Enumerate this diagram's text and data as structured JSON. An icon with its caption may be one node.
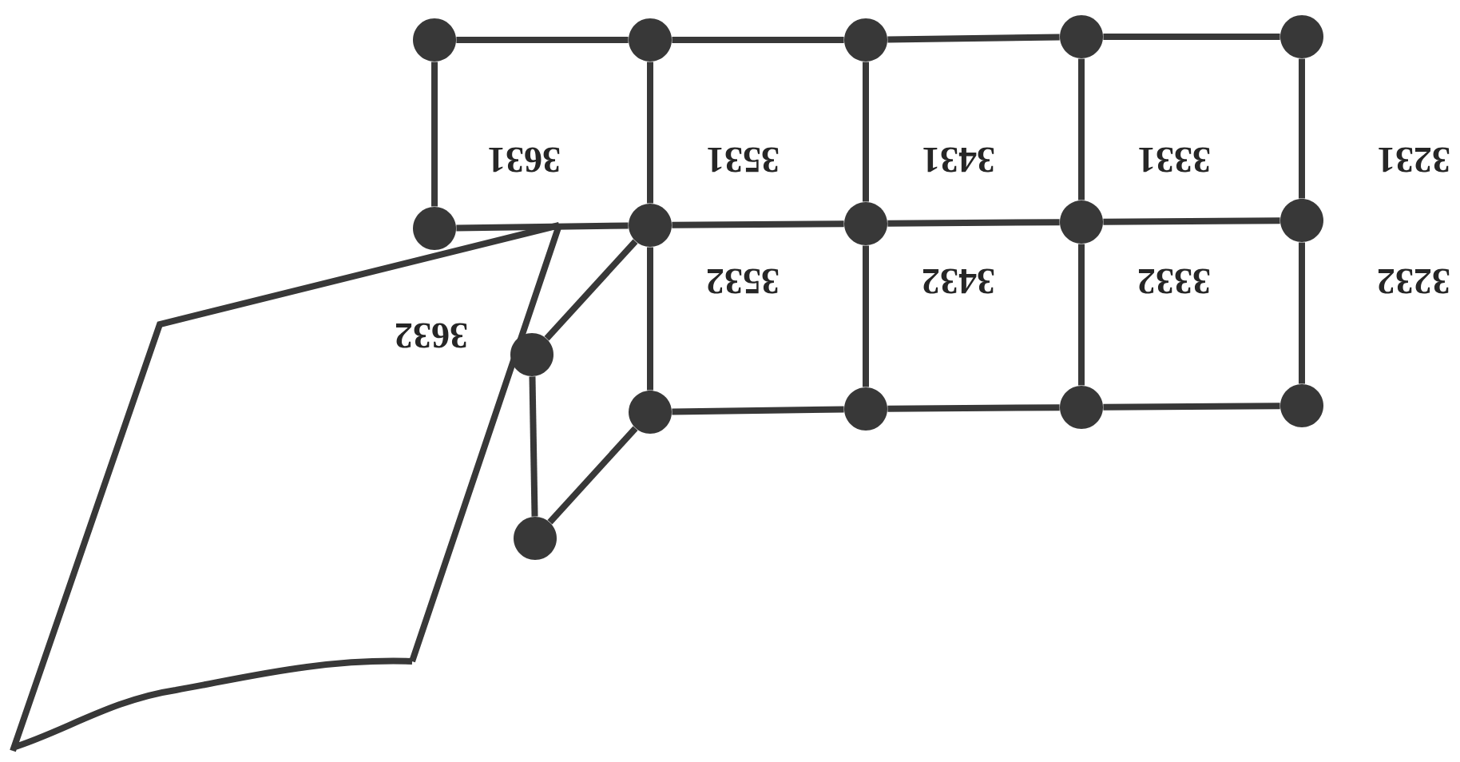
{
  "diagram": {
    "nodes": [
      {
        "text": [],
        "shape": "circle"
      },
      {
        "text": [],
        "shape": "circle"
      },
      {
        "text": [],
        "shape": "circle"
      },
      {
        "text": [],
        "shape": "circle"
      },
      {
        "text": [],
        "shape": "circle"
      },
      {
        "text": [],
        "shape": "circle"
      },
      {
        "text": [],
        "shape": "circle"
      },
      {
        "text": [],
        "shape": "circle"
      },
      {
        "text": [],
        "shape": "circle"
      },
      {
        "text": [],
        "shape": "circle"
      },
      {
        "text": [],
        "shape": "circle"
      },
      {
        "text": [],
        "shape": "circle"
      },
      {
        "text": [],
        "shape": "circle"
      },
      {
        "text": [],
        "shape": "circle"
      },
      {
        "text": [],
        "shape": "circle"
      },
      {
        "text": [],
        "shape": "circle"
      }
    ],
    "edges": [
      {
        "from": 0,
        "to": 1,
        "arrow": "none"
      },
      {
        "from": 1,
        "to": 2,
        "arrow": "none"
      },
      {
        "from": 2,
        "to": 3,
        "arrow": "none"
      },
      {
        "from": 3,
        "to": 4,
        "arrow": "none"
      },
      {
        "from": 0,
        "to": 5,
        "arrow": "none"
      },
      {
        "from": 1,
        "to": 6,
        "arrow": "none"
      },
      {
        "from": 2,
        "to": 7,
        "arrow": "none"
      },
      {
        "from": 3,
        "to": 8,
        "arrow": "none"
      },
      {
        "from": 4,
        "to": 9,
        "arrow": "none"
      },
      {
        "from": 5,
        "to": 6,
        "arrow": "none"
      },
      {
        "from": 6,
        "to": 7,
        "arrow": "none"
      },
      {
        "from": 7,
        "to": 8,
        "arrow": "none"
      },
      {
        "from": 8,
        "to": 9,
        "arrow": "none"
      },
      {
        "from": 6,
        "to": 10,
        "arrow": "none"
      },
      {
        "from": 7,
        "to": 11,
        "arrow": "none"
      },
      {
        "from": 8,
        "to": 12,
        "arrow": "none"
      },
      {
        "from": 9,
        "to": 13,
        "arrow": "none"
      },
      {
        "from": 10,
        "to": 11,
        "arrow": "none"
      },
      {
        "from": 11,
        "to": 12,
        "arrow": "none"
      },
      {
        "from": 12,
        "to": 13,
        "arrow": "none"
      },
      {
        "from": 6,
        "to": 14,
        "arrow": "none"
      },
      {
        "from": 14,
        "to": 15,
        "arrow": "none"
      },
      {
        "from": 15,
        "to": 10,
        "arrow": "none"
      }
    ],
    "labels": [
      "3631",
      "3531",
      "3431",
      "3331",
      "3231",
      "3532",
      "3432",
      "3332",
      "3232",
      "3632"
    ]
  }
}
